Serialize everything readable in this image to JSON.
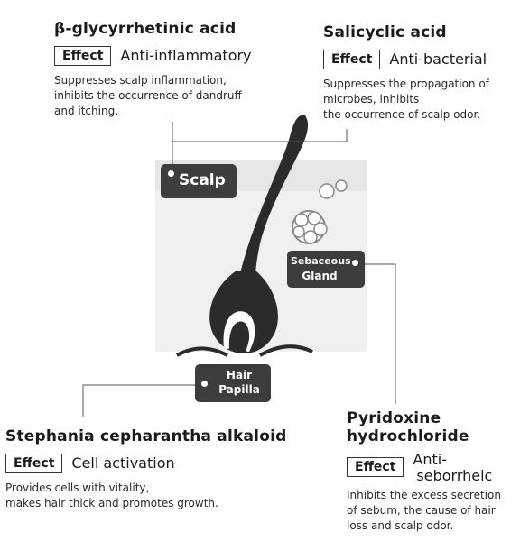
{
  "ingredients": [
    {
      "title": "β-glycyrrhetinic acid",
      "effect_label": "Effect",
      "effect": "Anti-inflammatory",
      "desc": [
        "Suppresses scalp inflammation,",
        "inhibits the occurrence of dandruff",
        "and itching."
      ]
    },
    {
      "title": "Salicyclic acid",
      "effect_label": "Effect",
      "effect": "Anti-bacterial",
      "desc": [
        "Suppresses the propagation of",
        "microbes, inhibits",
        "the occurrence of scalp odor."
      ]
    },
    {
      "title": "Stephania cepharantha alkaloid",
      "effect_label": "Effect",
      "effect": "Cell activation",
      "desc": [
        "Provides cells with vitality,",
        "makes hair thick and promotes growth."
      ]
    },
    {
      "title": [
        "Pyridoxine",
        "hydrochloride"
      ],
      "effect_label": "Effect",
      "effect": [
        "Anti-",
        "seborrheic"
      ],
      "desc": [
        "Inhibits the excess secretion",
        "of sebum, the cause of hair",
        "loss and scalp odor."
      ]
    }
  ],
  "labels": {
    "scalp": "Scalp",
    "sebaceous": [
      "Sebaceous",
      "Gland"
    ],
    "papilla": [
      "Hair",
      "Papilla"
    ]
  }
}
